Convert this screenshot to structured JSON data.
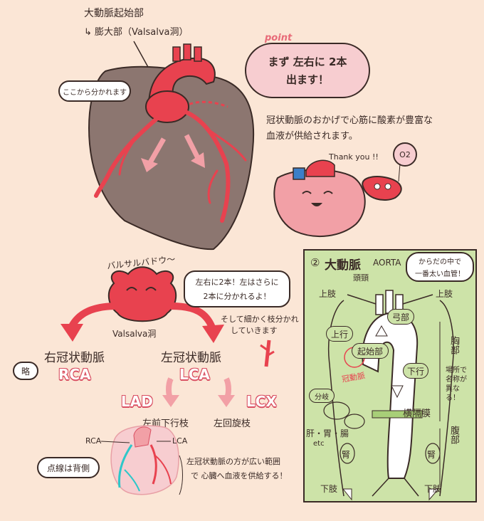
{
  "top": {
    "origin_label": "大動脈起始部",
    "bulb_label": "↳ 膨大部（Valsalva洞）",
    "split_bubble": "ここから分かれます",
    "point_tag": "point",
    "point_line1": "まず 左右に 2本",
    "point_line2": "出ます！",
    "oxygen_line1": "冠状動脈のおかげで心筋に酸素が豊富な",
    "oxygen_line2": "血液が供給されます。",
    "thankyou": "Thank you !!",
    "o2": "O2"
  },
  "middle": {
    "valsalva_top": "バルサルバドウ〜",
    "valsalva_bottom": "Valsalva洞",
    "split_line1": "左右に2本！左はさらに",
    "split_line2": "2本に分かれるよ！",
    "branch_line1": "そして細かく枝分かれ",
    "branch_line2": "していきます",
    "abbr": "略",
    "rca_name": "右冠状動脈",
    "rca_abbr": "RCA",
    "lca_name": "左冠状動脈",
    "lca_abbr": "LCA",
    "lad_abbr": "LAD",
    "lcx_abbr": "LCX",
    "lad_name": "左前下行枝",
    "lcx_name": "左回旋枝"
  },
  "bottom": {
    "rca_small": "RCA",
    "lca_small": "LCA",
    "dotted_note": "点線は背側",
    "range_line1": "左冠状動脈の方が広い範囲",
    "range_line2": "で 心臓へ血液を供給する！"
  },
  "panel": {
    "num": "②",
    "title": "大動脈",
    "title_en": "AORTA",
    "bubble_line1": "からだの中で",
    "bubble_line2": "一番太い血管！",
    "head_neck": "頭頸",
    "upper_limb_l": "上肢",
    "upper_limb_r": "上肢",
    "arch": "弓部",
    "ascending": "上行",
    "origin": "起始部",
    "descending": "下行",
    "coronary": "冠動脈",
    "chest": "胸部",
    "place_note": "場所で名称が異なる！",
    "branch": "分岐",
    "diaphragm": "横隔膜",
    "abdomen": "腹部",
    "organs": "肝・胃・腸",
    "etc": "etc",
    "kidney_l": "腎",
    "kidney_r": "腎",
    "lower_l": "下肢",
    "lower_r": "下肢"
  },
  "colors": {
    "artery": "#e8424f",
    "heart": "#8c7670",
    "panel": "#cde3a8",
    "pink": "#f2a0a6",
    "cyan": "#2ec7c9"
  }
}
